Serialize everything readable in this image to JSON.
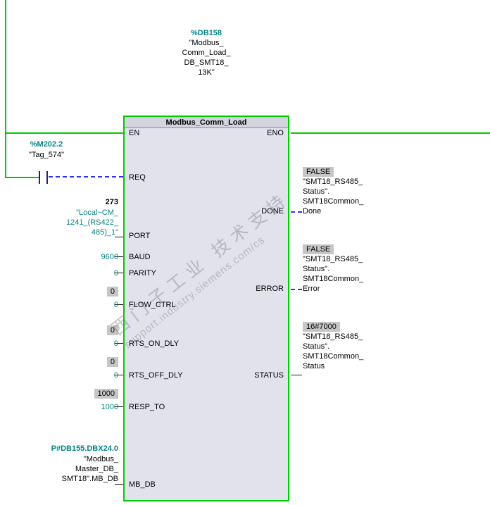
{
  "colors": {
    "rail_green": "#00CB00",
    "operand_teal": "#068484",
    "wire_blue": "#2E2EFF",
    "block_body": "#E2E2EC",
    "block_title": "#D4D4E0",
    "value_box": "#C6C6C6"
  },
  "instance_db": {
    "address": "%DB158",
    "name_lines": [
      "\"Modbus_",
      "Comm_Load_",
      "DB_SMT18_",
      "13K\""
    ]
  },
  "block": {
    "title": "Modbus_Comm_Load",
    "pins": {
      "en": "EN",
      "eno": "ENO",
      "req": "REQ",
      "port": "PORT",
      "baud": "BAUD",
      "parity": "PARITY",
      "flow_ctrl": "FLOW_CTRL",
      "rts_on_dly": "RTS_ON_DLY",
      "rts_off_dly": "RTS_OFF_DLY",
      "resp_to": "RESP_TO",
      "mb_db": "MB_DB",
      "done": "DONE",
      "error": "ERROR",
      "status": "STATUS"
    }
  },
  "operands": {
    "req": {
      "address": "%M202.2",
      "name": "\"Tag_574\""
    },
    "port": {
      "monitor": "273",
      "name_lines": [
        "\"Local~CM_",
        "1241_(RS422_",
        "485)_1\""
      ]
    },
    "baud": {
      "value": "9600"
    },
    "parity": {
      "value": "0"
    },
    "flow_ctrl": {
      "monitor": "0",
      "value": "0"
    },
    "rts_on_dly": {
      "monitor": "0",
      "value": "0"
    },
    "rts_off_dly": {
      "monitor": "0",
      "value": "0"
    },
    "resp_to": {
      "monitor": "1000",
      "value": "1000"
    },
    "mb_db": {
      "address": "P#DB155.DBX24.0",
      "name_lines": [
        "\"Modbus_",
        "Master_DB_",
        "SMT18\".MB_DB"
      ]
    },
    "done": {
      "monitor": "FALSE",
      "name_lines": [
        "\"SMT18_RS485_",
        "Status\".",
        "SMT18Common_",
        "Done"
      ]
    },
    "error": {
      "monitor": "FALSE",
      "name_lines": [
        "\"SMT18_RS485_",
        "Status\".",
        "SMT18Common_",
        "Error"
      ]
    },
    "status": {
      "monitor": "16#7000",
      "name_lines": [
        "\"SMT18_RS485_",
        "Status\".",
        "SMT18Common_",
        "Status"
      ]
    }
  },
  "watermark": {
    "line1": "西门子工业 技术支持",
    "line2": "support.industry.siemens.com/cs"
  }
}
